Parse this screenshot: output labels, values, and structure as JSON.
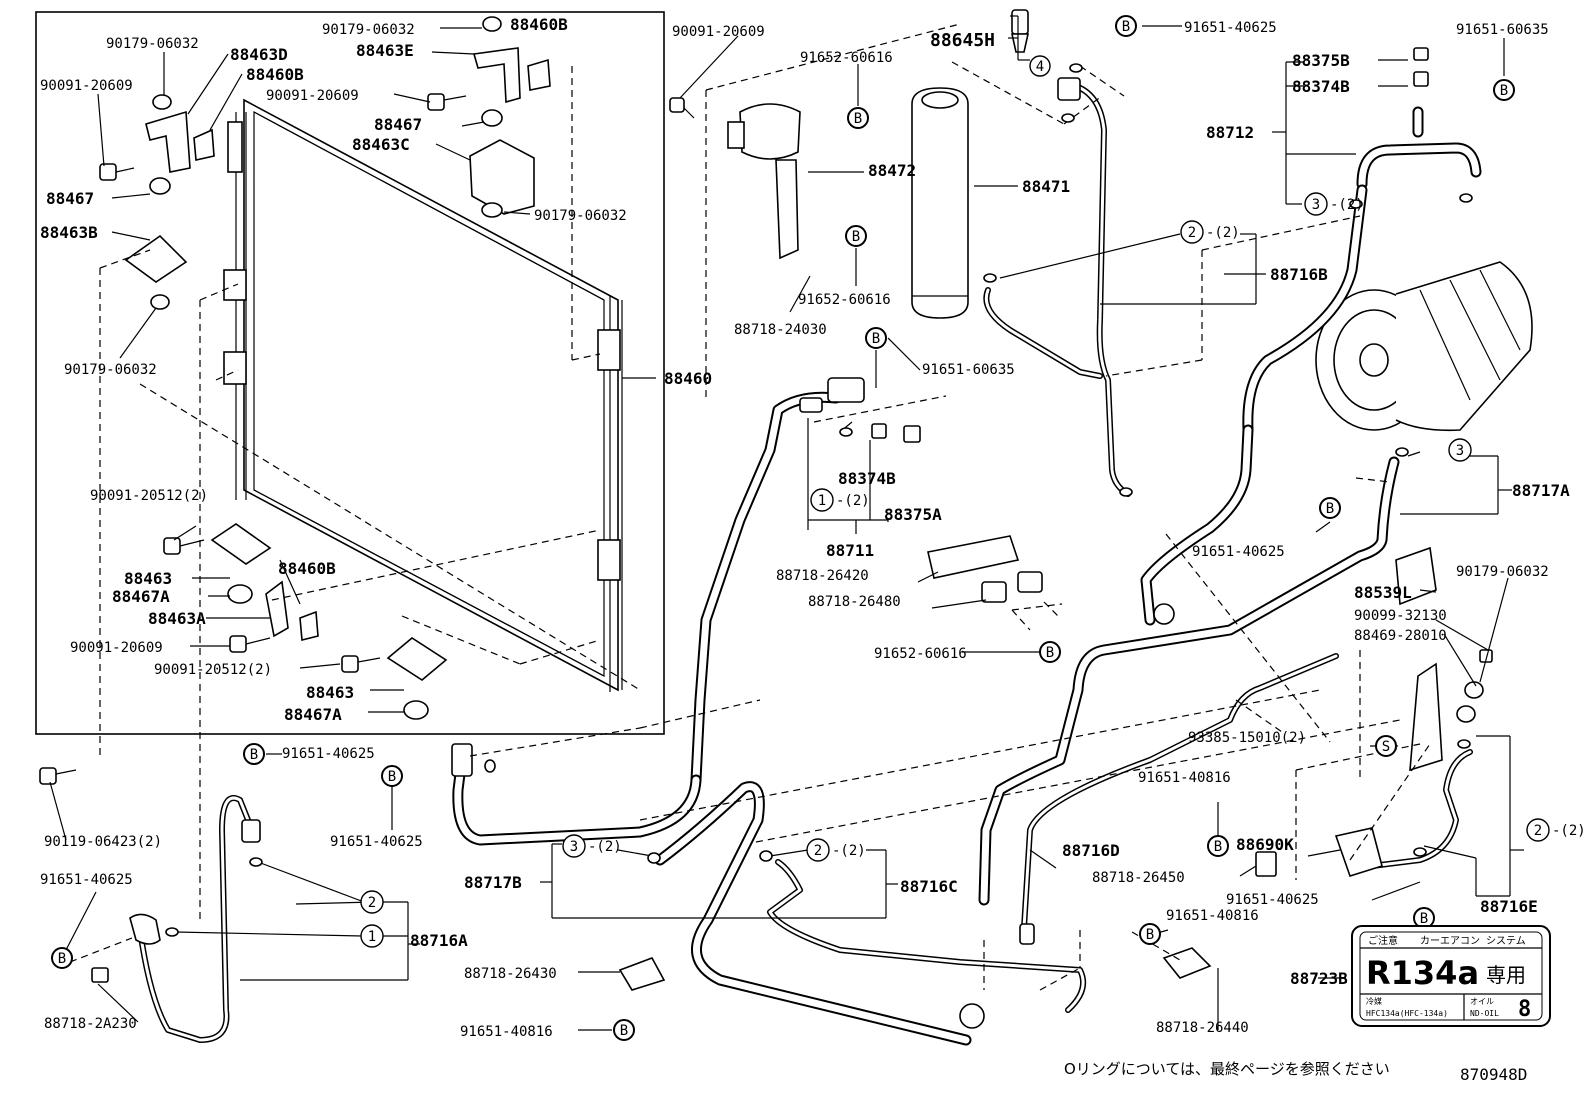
{
  "parts": {
    "p90179_06032_top": "90179-06032",
    "p88460B_top": "88460B",
    "p90091_20609_top": "90091-20609",
    "p91652_60616_top": "91652-60616",
    "p88645H": "88645H",
    "p91651_40625_top": "91651-40625",
    "p91651_60635_top": "91651-60635",
    "p90179_06032_a": "90179-06032",
    "p88463D": "88463D",
    "p88463E": "88463E",
    "p88460B_a": "88460B",
    "p90091_20609_a": "90091-20609",
    "p90091_20609_b": "90091-20609",
    "p88375B": "88375B",
    "p88374B_top": "88374B",
    "p88712": "88712",
    "p88467_a": "88467",
    "p88463C": "88463C",
    "p88472": "88472",
    "p88471": "88471",
    "p88467_b": "88467",
    "p90179_06032_b": "90179-06032",
    "p88463B": "88463B",
    "p88716B": "88716B",
    "p91652_60616_b": "91652-60616",
    "p88718_24030": "88718-24030",
    "p90179_06032_c": "90179-06032",
    "p91651_60635_b": "91651-60635",
    "p88460": "88460",
    "p88374B_b": "88374B",
    "p88717A": "88717A",
    "p90091_20512_a": "90091-20512(2)",
    "p88375A": "88375A",
    "p91651_40625_b": "91651-40625",
    "p88711": "88711",
    "p88718_26420": "88718-26420",
    "p88463_a": "88463",
    "p88460B_b": "88460B",
    "p90179_06032_d": "90179-06032",
    "p88467A_a": "88467A",
    "p88718_26480": "88718-26480",
    "p88539L": "88539L",
    "p88463A": "88463A",
    "p90099_32130": "90099-32130",
    "p90091_20609_c": "90091-20609",
    "p91652_60616_c": "91652-60616",
    "p88469_28010": "88469-28010",
    "p90091_20512_b": "90091-20512(2)",
    "p88463_b": "88463",
    "p88467A_b": "88467A",
    "p93385_15010": "93385-15010(2)",
    "p91651_40625_c": "91651-40625",
    "p91651_40816_a": "91651-40816",
    "p91651_40625_d": "91651-40625",
    "p90119_06423": "90119-06423(2)",
    "p91651_40625_e": "91651-40625",
    "p88716D": "88716D",
    "p88690K": "88690K",
    "p88717B": "88717B",
    "p88716C": "88716C",
    "p88718_26450": "88718-26450",
    "p91651_40625_f": "91651-40625",
    "p88716E": "88716E",
    "p91651_40816_b": "91651-40816",
    "p88716A": "88716A",
    "p88718_26430": "88718-26430",
    "p88723B": "88723B",
    "p88718_2A230": "88718-2A230",
    "p91651_40816_c": "91651-40816",
    "p88718_26440": "88718-26440"
  },
  "oring_refs": {
    "ref4": "4",
    "ref3_top": "3",
    "ref3_top_qty": "-(2)",
    "ref2_top": "2",
    "ref2_top_qty": "-(2)",
    "ref1_mid": "1",
    "ref1_mid_qty": "-(2)",
    "ref3_mid": "3",
    "ref2_right": "2",
    "ref2_right_qty": "-(2)",
    "ref3_bot": "3",
    "ref3_bot_qty": "-(2)",
    "ref2_bot": "2",
    "ref2_bot_qty": "-(2)",
    "ref2_left": "2",
    "ref1_left": "1"
  },
  "symbols": {
    "bolt_symbol": "B",
    "screw_symbol": "S"
  },
  "label_plate": {
    "caution": "ご注意",
    "system": "カーエアコン システム",
    "refrigerant": "R134a",
    "exclusive": "専用",
    "gas_note": "冷媒",
    "gas_detail": "HFC134a(HFC-134a)",
    "oil_note": "オイル",
    "oil_detail": "ND-OIL",
    "oil_number": "8"
  },
  "footer": {
    "oring_note": "Oリングについては、最終ページを参照ください",
    "figure_id": "870948D"
  }
}
